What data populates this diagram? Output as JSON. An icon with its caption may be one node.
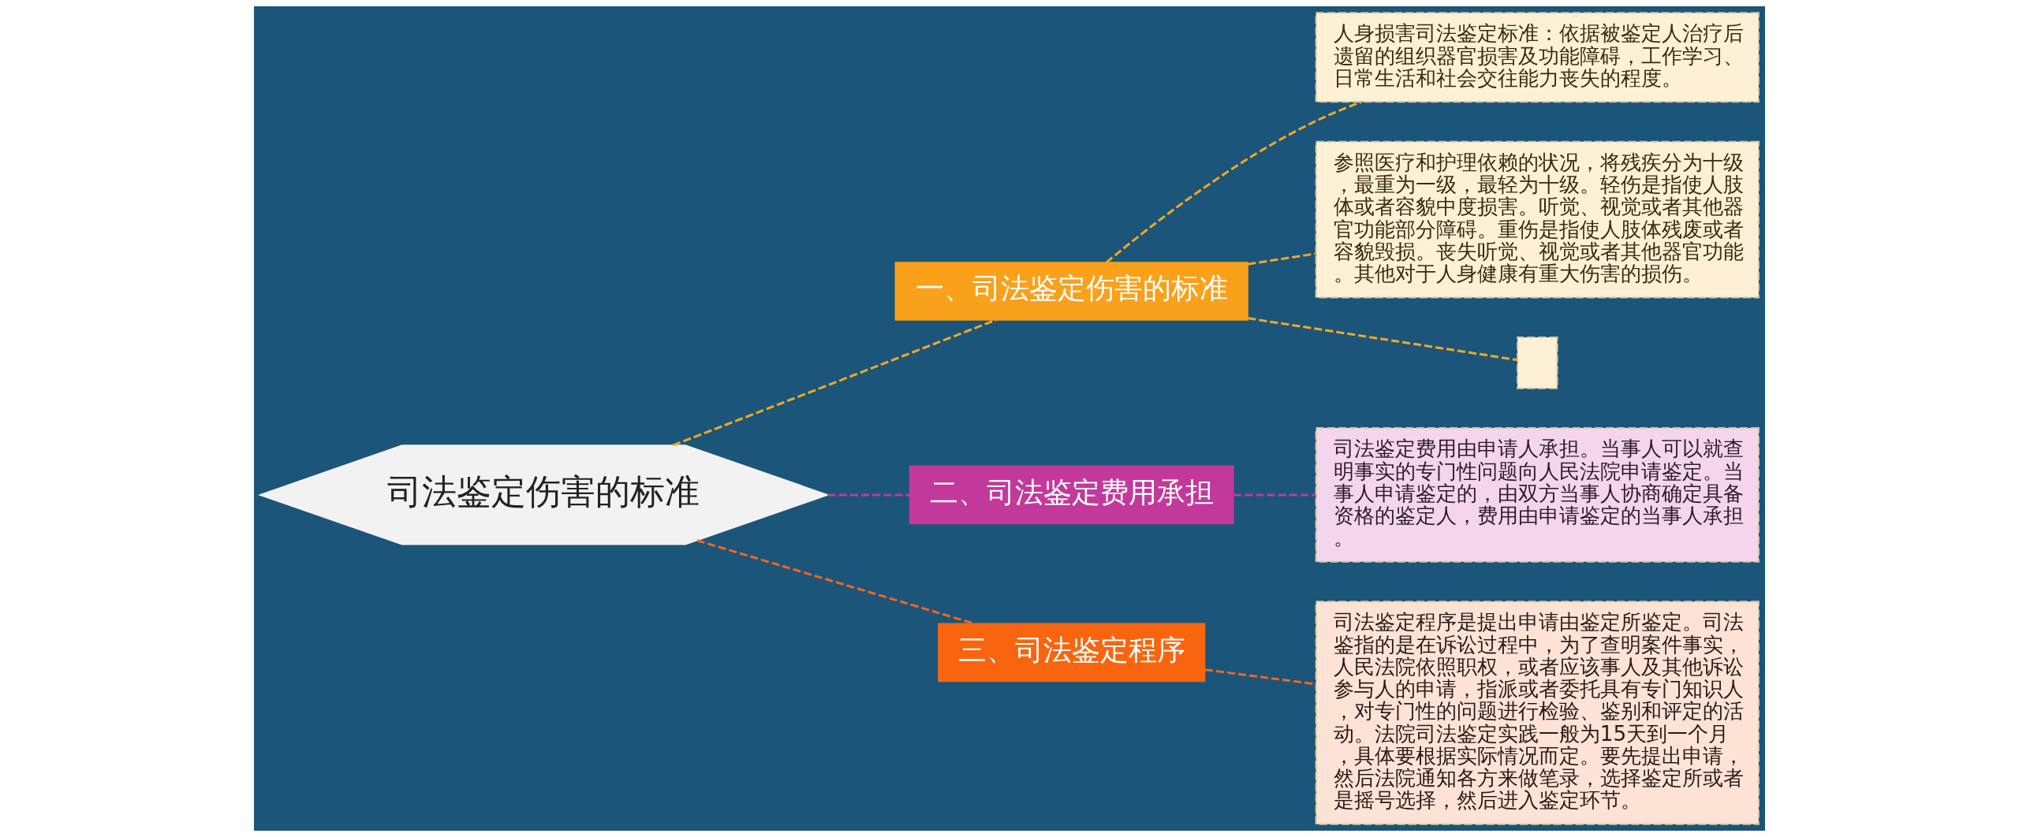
{
  "diagram": {
    "nodes": [
      {
        "text": [
          "司法鉴定伤害的标准"
        ]
      },
      {
        "text": [
          "一、司法鉴定伤害的标准"
        ]
      },
      {
        "text": [
          "人身损害司法鉴定标准：依据被鉴定人治疗后遗留的组织器官损害及功能障碍，工作学习、日常生活和社会交往能力丧失的程度。"
        ]
      },
      {
        "text": [
          "参照医疗和护理依赖的状况，将残疾分为十级，最重为一级，最轻为十级。轻伤是指使人肢体或者容貌中度损害。听觉、视觉或者其他器官功能部分障碍。重伤是指使人肢体残废或者容貌毁损。丧失听觉、视觉或者其他器官功能。其他对于人身健康有重大伤害的损伤。"
        ]
      },
      {
        "text": [],
        "shape": "box"
      },
      {
        "text": [
          "二、司法鉴定费用承担"
        ]
      },
      {
        "text": [
          "司法鉴定费用由申请人承担。当事人可以就查明事实的专门性问题向人民法院申请鉴定。当事人申请鉴定的，由双方当事人协商确定具备资格的鉴定人，费用由申请鉴定的当事人承担。"
        ]
      },
      {
        "text": [
          "三、司法鉴定程序"
        ]
      },
      {
        "text": [
          "司法鉴定程序是提出申请由鉴定所鉴定。司法鉴指的是在诉讼过程中，为了查明案件事实，人民法院依照职权，或者应该事人及其他诉讼参与人的申请，指派或者委托具有专门知识人，对专门性的问题进行检验、鉴别和评定的活动。法院司法鉴定实践一般为15天到一个月，具体要根据实际情况而定。要先提出申请，然后法院通知各方来做笔录，选择鉴定所或者是摇号选择，然后进入鉴定环节。"
        ]
      }
    ],
    "edges": [
      {
        "from": 0,
        "to": 1,
        "arrow": "none",
        "style": "dashed"
      },
      {
        "from": 1,
        "to": 2,
        "arrow": "none",
        "style": "dashed"
      },
      {
        "from": 1,
        "to": 3,
        "arrow": "none",
        "style": "dashed"
      },
      {
        "from": 1,
        "to": 4,
        "arrow": "none",
        "style": "dashed"
      },
      {
        "from": 0,
        "to": 5,
        "arrow": "none",
        "style": "dashed",
        "color": "#c2399b"
      },
      {
        "from": 5,
        "to": 6,
        "arrow": "none",
        "style": "dashed",
        "color": "#c2399b"
      },
      {
        "from": 0,
        "to": 7,
        "arrow": "none",
        "style": "dashed",
        "color": "#f26522"
      },
      {
        "from": 7,
        "to": 8,
        "arrow": "none",
        "style": "dashed",
        "color": "#f26522"
      }
    ]
  }
}
